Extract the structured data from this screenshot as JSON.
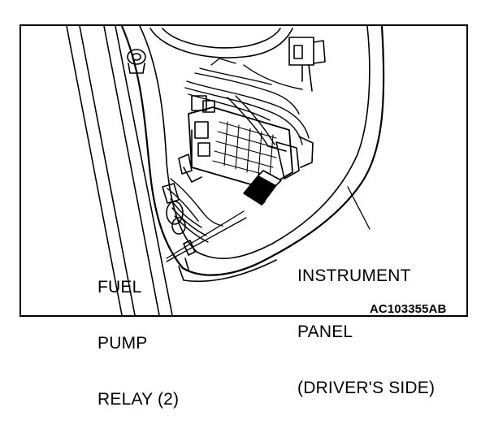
{
  "labels": {
    "fuel_pump_relay": [
      "FUEL",
      "PUMP",
      "RELAY (2)"
    ],
    "instrument_panel": [
      "INSTRUMENT",
      "PANEL",
      "(DRIVER'S SIDE)"
    ]
  },
  "figure_id": "AC103355AB"
}
